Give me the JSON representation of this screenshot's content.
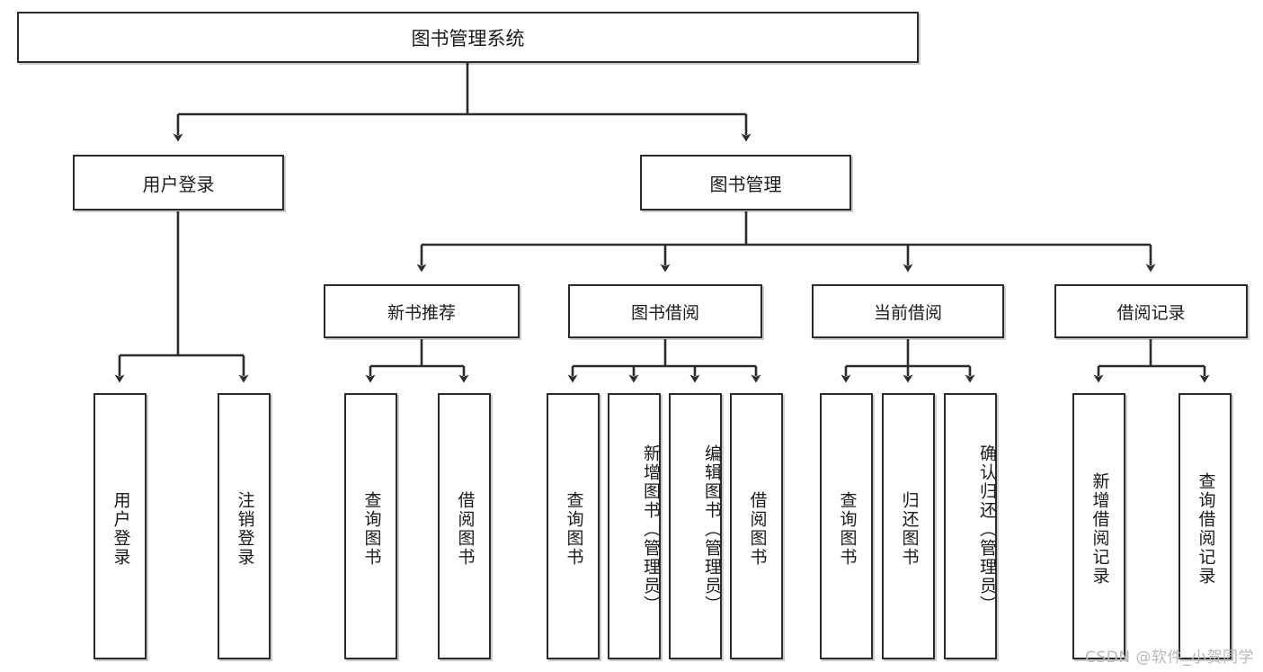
{
  "diagram": {
    "type": "hierarchy-tree",
    "title": "图书管理系统",
    "watermark": "CSDN @软件_小贺同学",
    "colors": {
      "stroke": "#2b2b2b",
      "fill": "#ffffff",
      "text": "#1a1a1a",
      "watermark": "#b8b8b8"
    },
    "nodes": {
      "root": {
        "label": "图书管理系统"
      },
      "level2": [
        {
          "id": "user-login",
          "label": "用户登录"
        },
        {
          "id": "book-manage",
          "label": "图书管理"
        }
      ],
      "level3": [
        {
          "id": "new-book-recommend",
          "label": "新书推荐"
        },
        {
          "id": "book-borrow",
          "label": "图书借阅"
        },
        {
          "id": "current-borrow",
          "label": "当前借阅"
        },
        {
          "id": "borrow-record",
          "label": "借阅记录"
        }
      ],
      "leaves": [
        {
          "id": "leaf-user-login",
          "label": "用户登录",
          "parent": "user-login"
        },
        {
          "id": "leaf-user-logout",
          "label": "注销登录",
          "parent": "user-login"
        },
        {
          "id": "leaf-query-book-1",
          "label": "查询图书",
          "parent": "new-book-recommend"
        },
        {
          "id": "leaf-borrow-book-1",
          "label": "借阅图书",
          "parent": "new-book-recommend"
        },
        {
          "id": "leaf-query-book-2",
          "label": "查询图书",
          "parent": "book-borrow"
        },
        {
          "id": "leaf-add-book",
          "label": "新增图书（管理员）",
          "parent": "book-borrow"
        },
        {
          "id": "leaf-edit-book",
          "label": "编辑图书（管理员）",
          "parent": "book-borrow"
        },
        {
          "id": "leaf-borrow-book-2",
          "label": "借阅图书",
          "parent": "book-borrow"
        },
        {
          "id": "leaf-query-book-3",
          "label": "查询图书",
          "parent": "current-borrow"
        },
        {
          "id": "leaf-return-book",
          "label": "归还图书",
          "parent": "current-borrow"
        },
        {
          "id": "leaf-confirm-return",
          "label": "确认归还（管理员）",
          "parent": "current-borrow"
        },
        {
          "id": "leaf-add-record",
          "label": "新增借阅记录",
          "parent": "borrow-record"
        },
        {
          "id": "leaf-query-record",
          "label": "查询借阅记录",
          "parent": "borrow-record"
        }
      ]
    }
  }
}
